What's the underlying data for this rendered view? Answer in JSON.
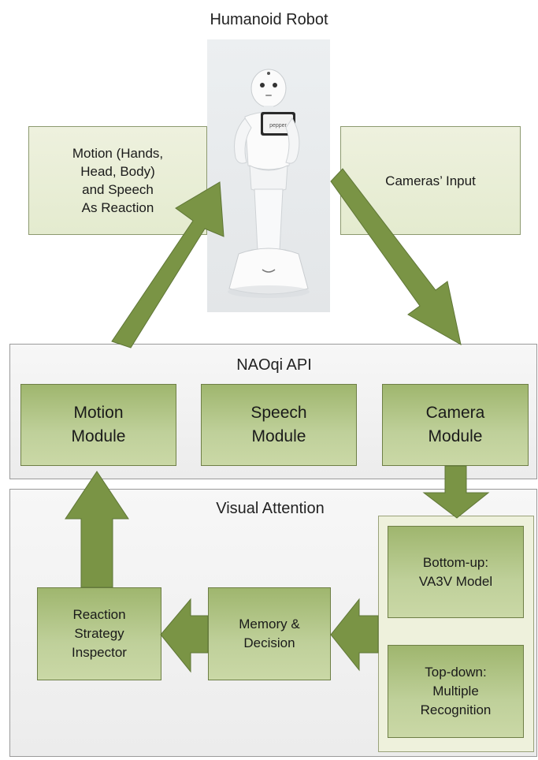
{
  "title": "Humanoid Robot",
  "robot": {
    "screen_text": "pepper"
  },
  "left_box": {
    "lines": [
      "Motion (Hands,",
      "Head, Body)",
      "and Speech",
      "As Reaction"
    ]
  },
  "right_box": {
    "label": "Cameras’ Input"
  },
  "api_panel": {
    "title": "NAOqi API",
    "modules": [
      {
        "lines": [
          "Motion",
          "Module"
        ]
      },
      {
        "lines": [
          "Speech",
          "Module"
        ]
      },
      {
        "lines": [
          "Camera",
          "Module"
        ]
      }
    ]
  },
  "attention_panel": {
    "title": "Visual Attention",
    "reaction": {
      "lines": [
        "Reaction",
        "Strategy",
        "Inspector"
      ]
    },
    "memory": {
      "lines": [
        "Memory &",
        "Decision"
      ]
    },
    "bottom_up": {
      "lines": [
        "Bottom-up:",
        "VA3V Model"
      ]
    },
    "top_down": {
      "lines": [
        "Top-down:",
        "Multiple",
        "Recognition"
      ]
    }
  },
  "colors": {
    "arrow": "#7a9445",
    "module": "#b5c98a",
    "panel": "#f0f0f0",
    "light_box": "#e8edd5"
  }
}
